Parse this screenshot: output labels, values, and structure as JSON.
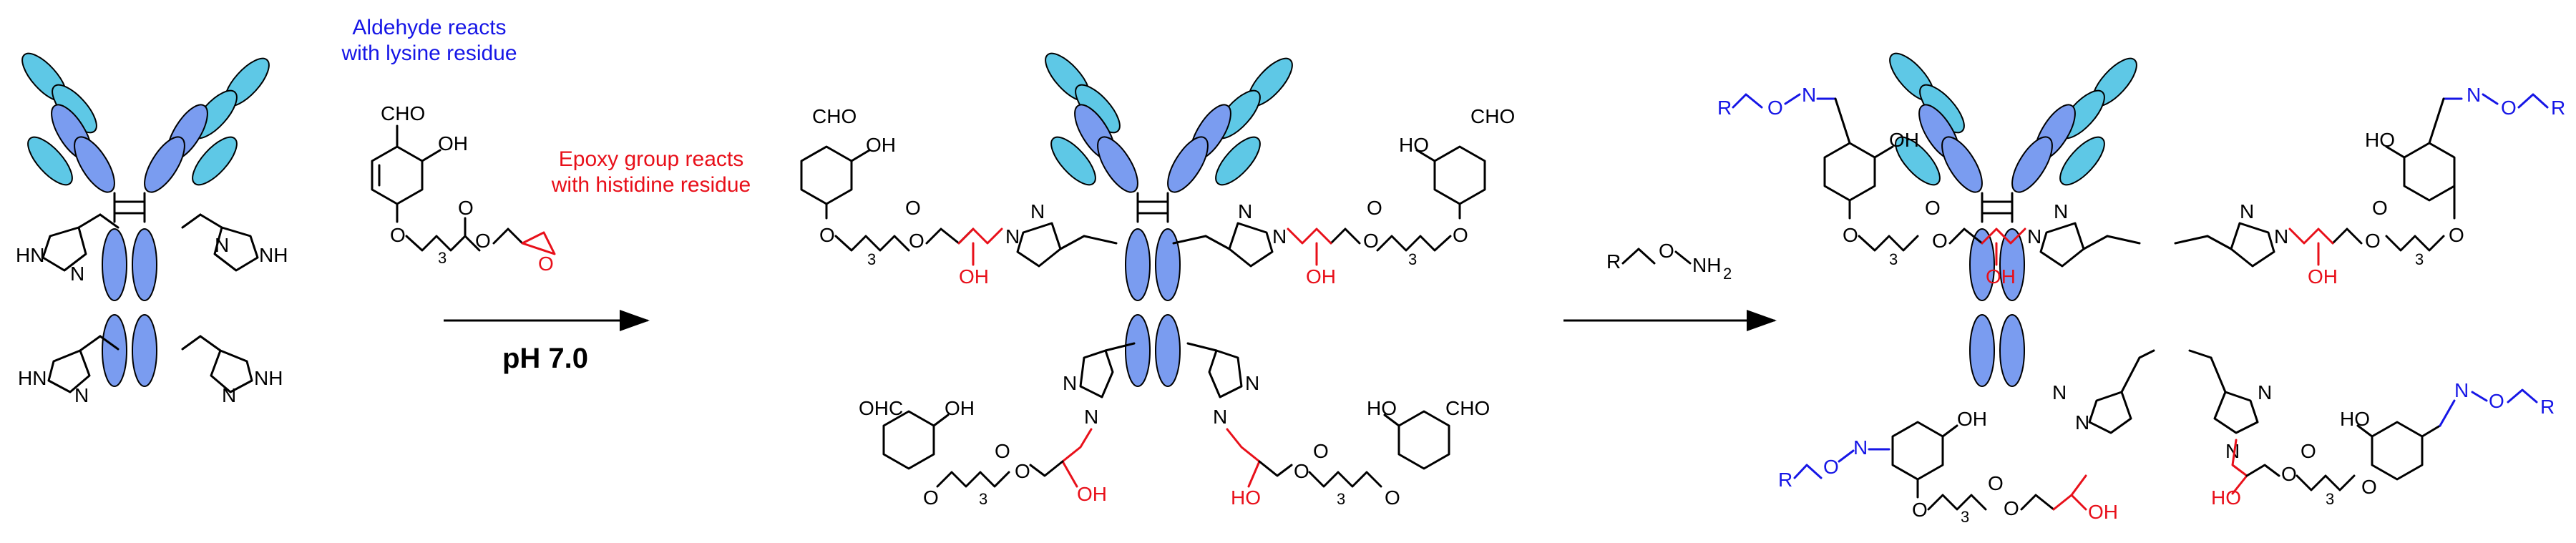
{
  "annotations": {
    "aldehyde_line1": "Aldehyde reacts",
    "aldehyde_line2": "with lysine residue",
    "epoxy_line1": "Epoxy group reacts",
    "epoxy_line2": "with histidine residue"
  },
  "conditions": {
    "step1": "pH 7.0"
  },
  "atoms": {
    "cho": "CHO",
    "ohc": "OHC",
    "oh": "OH",
    "ho": "HO",
    "o": "O",
    "n": "N",
    "hn": "HN",
    "nh": "NH",
    "r": "R",
    "nh2": "NH",
    "sub2": "2",
    "sub3": "3"
  },
  "colors": {
    "heavy_chain": "#7a9cf0",
    "light_chain": "#5ec8e6",
    "epoxy_red": "#e8101a",
    "aldehyde_blue": "#1616e6"
  }
}
